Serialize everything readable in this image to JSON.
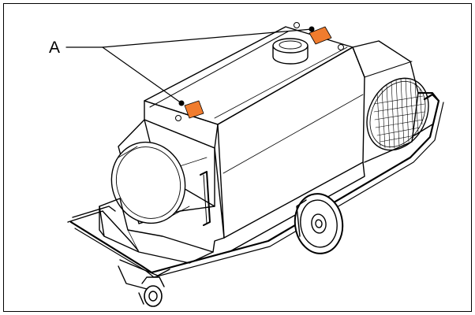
{
  "figure": {
    "callout_label": "A",
    "colors": {
      "line": "#000000",
      "warning_label": "#f07c2e",
      "background": "#ffffff"
    },
    "parts": [
      "heater-housing",
      "air-outlet-duct",
      "exhaust-flue",
      "intake-grille",
      "trolley-frame",
      "wheel",
      "caster-wheel",
      "handle",
      "warning-label",
      "lifting-eye"
    ]
  }
}
